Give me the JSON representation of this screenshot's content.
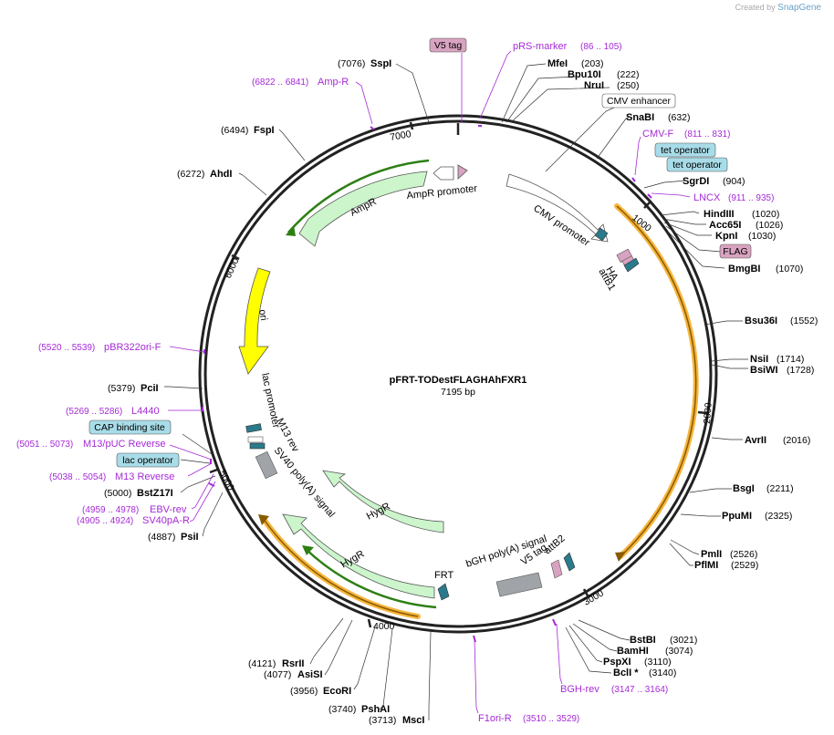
{
  "brand": {
    "created_by": "Created by",
    "app": "SnapGene"
  },
  "plasmid": {
    "name": "pFRT-TODestFLAGHAhFXR1",
    "size": "7195 bp",
    "ticks": [
      "1000",
      "2000",
      "3000",
      "4000",
      "5000",
      "6000",
      "7000"
    ]
  },
  "sites": [
    {
      "name": "SspI",
      "pos": "(7076)"
    },
    {
      "name": "MfeI",
      "pos": "(203)"
    },
    {
      "name": "Bpu10I",
      "pos": "(222)"
    },
    {
      "name": "NruI",
      "pos": "(250)"
    },
    {
      "name": "SnaBI",
      "pos": "(632)"
    },
    {
      "name": "SgrDI",
      "pos": "(904)"
    },
    {
      "name": "HindIII",
      "pos": "(1020)"
    },
    {
      "name": "Acc65I",
      "pos": "(1026)"
    },
    {
      "name": "KpnI",
      "pos": "(1030)"
    },
    {
      "name": "BmgBI",
      "pos": "(1070)"
    },
    {
      "name": "Bsu36I",
      "pos": "(1552)"
    },
    {
      "name": "NsiI",
      "pos": "(1714)"
    },
    {
      "name": "BsiWI",
      "pos": "(1728)"
    },
    {
      "name": "AvrII",
      "pos": "(2016)"
    },
    {
      "name": "BsgI",
      "pos": "(2211)"
    },
    {
      "name": "PpuMI",
      "pos": "(2325)"
    },
    {
      "name": "PmlI",
      "pos": "(2526)"
    },
    {
      "name": "PflMI",
      "pos": "(2529)"
    },
    {
      "name": "BstBI",
      "pos": "(3021)"
    },
    {
      "name": "BamHI",
      "pos": "(3074)"
    },
    {
      "name": "PspXI",
      "pos": "(3110)"
    },
    {
      "name": "BclI *",
      "pos": "(3140)"
    },
    {
      "name": "MscI",
      "pos": "(3713)"
    },
    {
      "name": "PshAI",
      "pos": "(3740)"
    },
    {
      "name": "EcoRI",
      "pos": "(3956)"
    },
    {
      "name": "AsiSI",
      "pos": "(4077)"
    },
    {
      "name": "RsrII",
      "pos": "(4121)"
    },
    {
      "name": "PsiI",
      "pos": "(4887)"
    },
    {
      "name": "BstZ17I",
      "pos": "(5000)"
    },
    {
      "name": "PciI",
      "pos": "(5379)"
    },
    {
      "name": "AhdI",
      "pos": "(6272)"
    },
    {
      "name": "FspI",
      "pos": "(6494)"
    }
  ],
  "primers": [
    {
      "name": "pRS-marker",
      "range": "(86 .. 105)"
    },
    {
      "name": "CMV-F",
      "range": "(811 .. 831)"
    },
    {
      "name": "LNCX",
      "range": "(911 .. 935)"
    },
    {
      "name": "BGH-rev",
      "range": "(3147 .. 3164)"
    },
    {
      "name": "F1ori-R",
      "range": "(3510 .. 3529)"
    },
    {
      "name": "SV40pA-R",
      "range": "(4905 .. 4924)"
    },
    {
      "name": "EBV-rev",
      "range": "(4959 .. 4978)"
    },
    {
      "name": "M13 Reverse",
      "range": "(5038 .. 5054)"
    },
    {
      "name": "M13/pUC Reverse",
      "range": "(5051 .. 5073)"
    },
    {
      "name": "L4440",
      "range": "(5269 .. 5286)"
    },
    {
      "name": "pBR322ori-F",
      "range": "(5520 .. 5539)"
    },
    {
      "name": "Amp-R",
      "range": "(6822 .. 6841)"
    }
  ],
  "boxed_labels": {
    "v5_tag_top": "V5 tag",
    "cmv_enhancer": "CMV enhancer",
    "tet_operator_1": "tet operator",
    "tet_operator_2": "tet operator",
    "flag": "FLAG",
    "cap_binding_site": "CAP binding site",
    "lac_operator": "lac operator"
  },
  "features": {
    "amp_promoter": "AmpR promoter",
    "ampr": "AmpR",
    "cmv_promoter": "CMV promoter",
    "ha": "HA",
    "attb1": "attB1",
    "ori": "ori",
    "lac_promoter": "lac promoter",
    "m13_rev": "M13 rev",
    "sv40_polya": "SV40 poly(A) signal",
    "hygr_1": "HygR",
    "hygr_2": "HygR",
    "frt": "FRT",
    "bgh_polya": "bGH poly(A) signal",
    "v5_tag": "V5 tag",
    "attb2": "attB2"
  },
  "colors": {
    "primer": "#a52ad6",
    "resistance": "#ccf5cc",
    "ori": "#ffff00",
    "promoter": "#ffffff",
    "orf_highlight": "#f6b53c",
    "tag": "#d8a3c0",
    "att": "#2b7a8c",
    "misc": "#a0a4a8",
    "green_line": "#2d7f14"
  }
}
